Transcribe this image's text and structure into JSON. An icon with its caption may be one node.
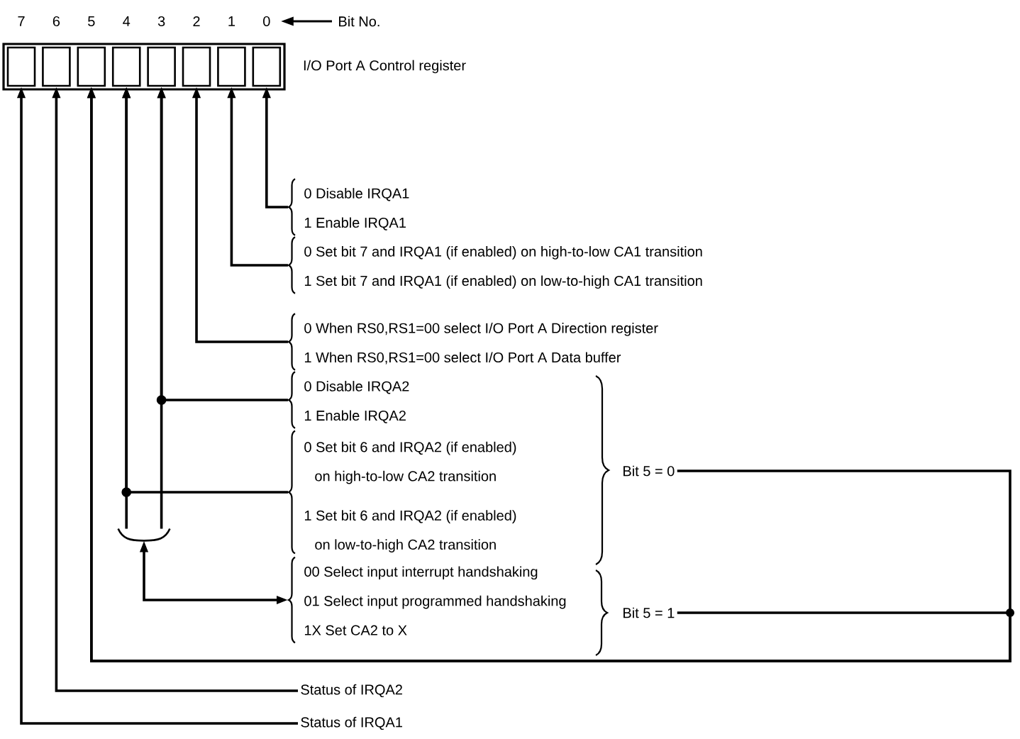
{
  "diagram": {
    "nodes": [
      {
        "text": [],
        "shape": "box",
        "beside": [
          "I/O Port A Control register"
        ]
      },
      {
        "text": [],
        "shape": "box",
        "in": 0
      },
      {
        "text": [],
        "shape": "box",
        "in": 0
      },
      {
        "text": [],
        "shape": "box",
        "in": 0
      },
      {
        "text": [],
        "shape": "box",
        "in": 0
      },
      {
        "text": [],
        "shape": "box",
        "in": 0
      },
      {
        "text": [],
        "shape": "box",
        "in": 0
      },
      {
        "text": [],
        "shape": "box",
        "in": 0
      },
      {
        "text": [],
        "shape": "box",
        "in": 0
      },
      {
        "text": [
          "0 Disable IRQA1",
          "1 Enable IRQA1"
        ]
      },
      {
        "text": [
          "0 Set bit 7 and IRQA1 (if enabled) on high-to-low CA1 transition",
          "1 Set bit 7 and IRQA1 (if enabled) on low-to-high CA1 transition"
        ]
      },
      {
        "text": [
          "0 When RS0,RS1=00 select I/O Port A Direction register",
          "1 When RS0,RS1=00 select I/O Port A Data buffer"
        ]
      },
      {
        "text": [
          "0 Disable IRQA2",
          "1 Enable IRQA2"
        ]
      },
      {
        "text": [
          "0 Set bit 6 and IRQA2 (if enabled) on high-to-low CA2 transition",
          "1 Set bit 6 and IRQA2 (if enabled) on low-to-high CA2 transition"
        ]
      },
      {
        "text": [],
        "shape": "bracket"
      },
      {
        "text": [
          "00 Select input interrupt handshaking",
          "01 Select input programmed handshaking",
          "1X Set CA2 to X"
        ]
      },
      {
        "text": [
          "Bit 5 = 0"
        ]
      },
      {
        "text": [
          "Bit 5 = 1"
        ]
      },
      {
        "text": [
          "Status of IRQA2"
        ]
      },
      {
        "text": [
          "Status of IRQA1"
        ]
      }
    ],
    "edges": [
      {
        "from": 9,
        "to": 8,
        "arrow": "to"
      },
      {
        "from": 10,
        "to": 7,
        "arrow": "to"
      },
      {
        "from": 11,
        "to": 6,
        "arrow": "to"
      },
      {
        "from": 12,
        "to": 5,
        "arrow": "to"
      },
      {
        "from": 13,
        "to": 4,
        "arrow": "to"
      },
      {
        "from": 14,
        "to": 5,
        "arrow": "to"
      },
      {
        "from": 14,
        "to": 4,
        "arrow": "to"
      },
      {
        "from": 14,
        "to": 15,
        "arrow": "both"
      },
      {
        "from": 16,
        "to": 3,
        "arrow": "to"
      },
      {
        "from": 17,
        "to": 3,
        "arrow": "to"
      },
      {
        "from": 18,
        "to": 2,
        "arrow": "to"
      },
      {
        "from": 19,
        "to": 1,
        "arrow": "to"
      }
    ],
    "labels": [
      "7",
      "6",
      "5",
      "4",
      "3",
      "2",
      "1",
      "0",
      "Bit No."
    ]
  }
}
